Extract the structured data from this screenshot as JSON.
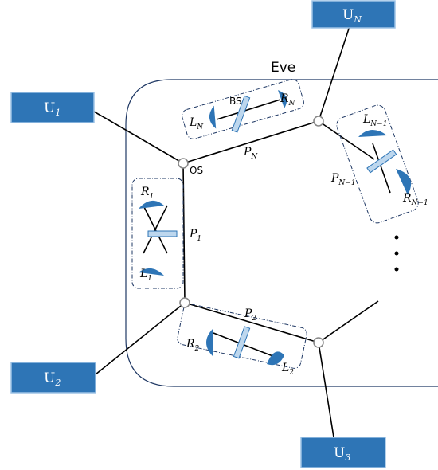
{
  "diagram": {
    "eve_label": "Eve",
    "users": [
      {
        "base": "U",
        "sub": "1"
      },
      {
        "base": "U",
        "sub": "2"
      },
      {
        "base": "U",
        "sub": "3"
      },
      {
        "base": "U",
        "sub": "N"
      }
    ],
    "stations": [
      {
        "pair": {
          "base": "P",
          "sub": "1"
        },
        "left": {
          "base": "L",
          "sub": "1"
        },
        "right": {
          "base": "R",
          "sub": "1"
        }
      },
      {
        "pair": {
          "base": "P",
          "sub": "2"
        },
        "left": {
          "base": "L",
          "sub": "2"
        },
        "right": {
          "base": "R",
          "sub": "2"
        }
      },
      {
        "pair": {
          "base": "P",
          "sub": "N−1"
        },
        "left": {
          "base": "L",
          "sub": "N−1"
        },
        "right": {
          "base": "R",
          "sub": "N−1"
        }
      },
      {
        "pair": {
          "base": "P",
          "sub": "N"
        },
        "left": {
          "base": "L",
          "sub": "N"
        },
        "right": {
          "base": "R",
          "sub": "N"
        }
      }
    ],
    "beam_splitter_label": "BS",
    "optical_switch_label": "OS",
    "continuation": "⋮"
  },
  "colors": {
    "user_box": "#2e75b6",
    "detector": "#2e75b6",
    "beam_splitter": "#bdd7ee",
    "dash_box": "#1f3864"
  }
}
